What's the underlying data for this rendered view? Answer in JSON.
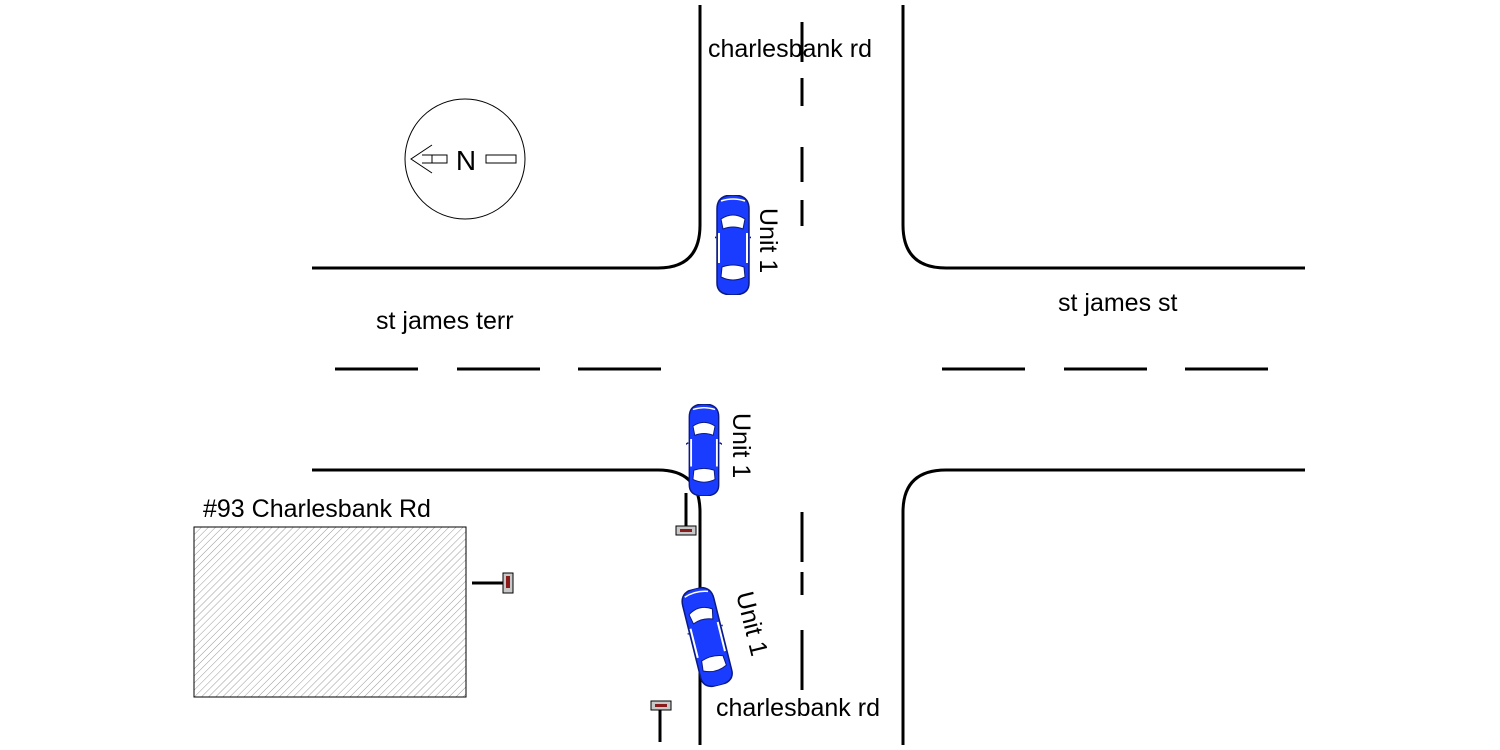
{
  "roads": {
    "north_label": "charlesbank rd",
    "south_label": "charlesbank rd",
    "west_label": "st james terr",
    "east_label": "st james st"
  },
  "building": {
    "label": "#93 Charlesbank Rd"
  },
  "north_arrow": {
    "letter": "N"
  },
  "vehicles": [
    {
      "label": "Unit 1",
      "color": "#1a3cff"
    },
    {
      "label": "Unit 1",
      "color": "#1a3cff"
    },
    {
      "label": "Unit 1",
      "color": "#1a3cff"
    }
  ],
  "colors": {
    "vehicle": "#1a3cff",
    "line": "#000000",
    "sign_plate": "#c8c8c8",
    "sign_mark": "#8b1a1a"
  },
  "icons": [
    "north-arrow-icon",
    "car-icon",
    "street-sign-icon",
    "building-icon"
  ]
}
